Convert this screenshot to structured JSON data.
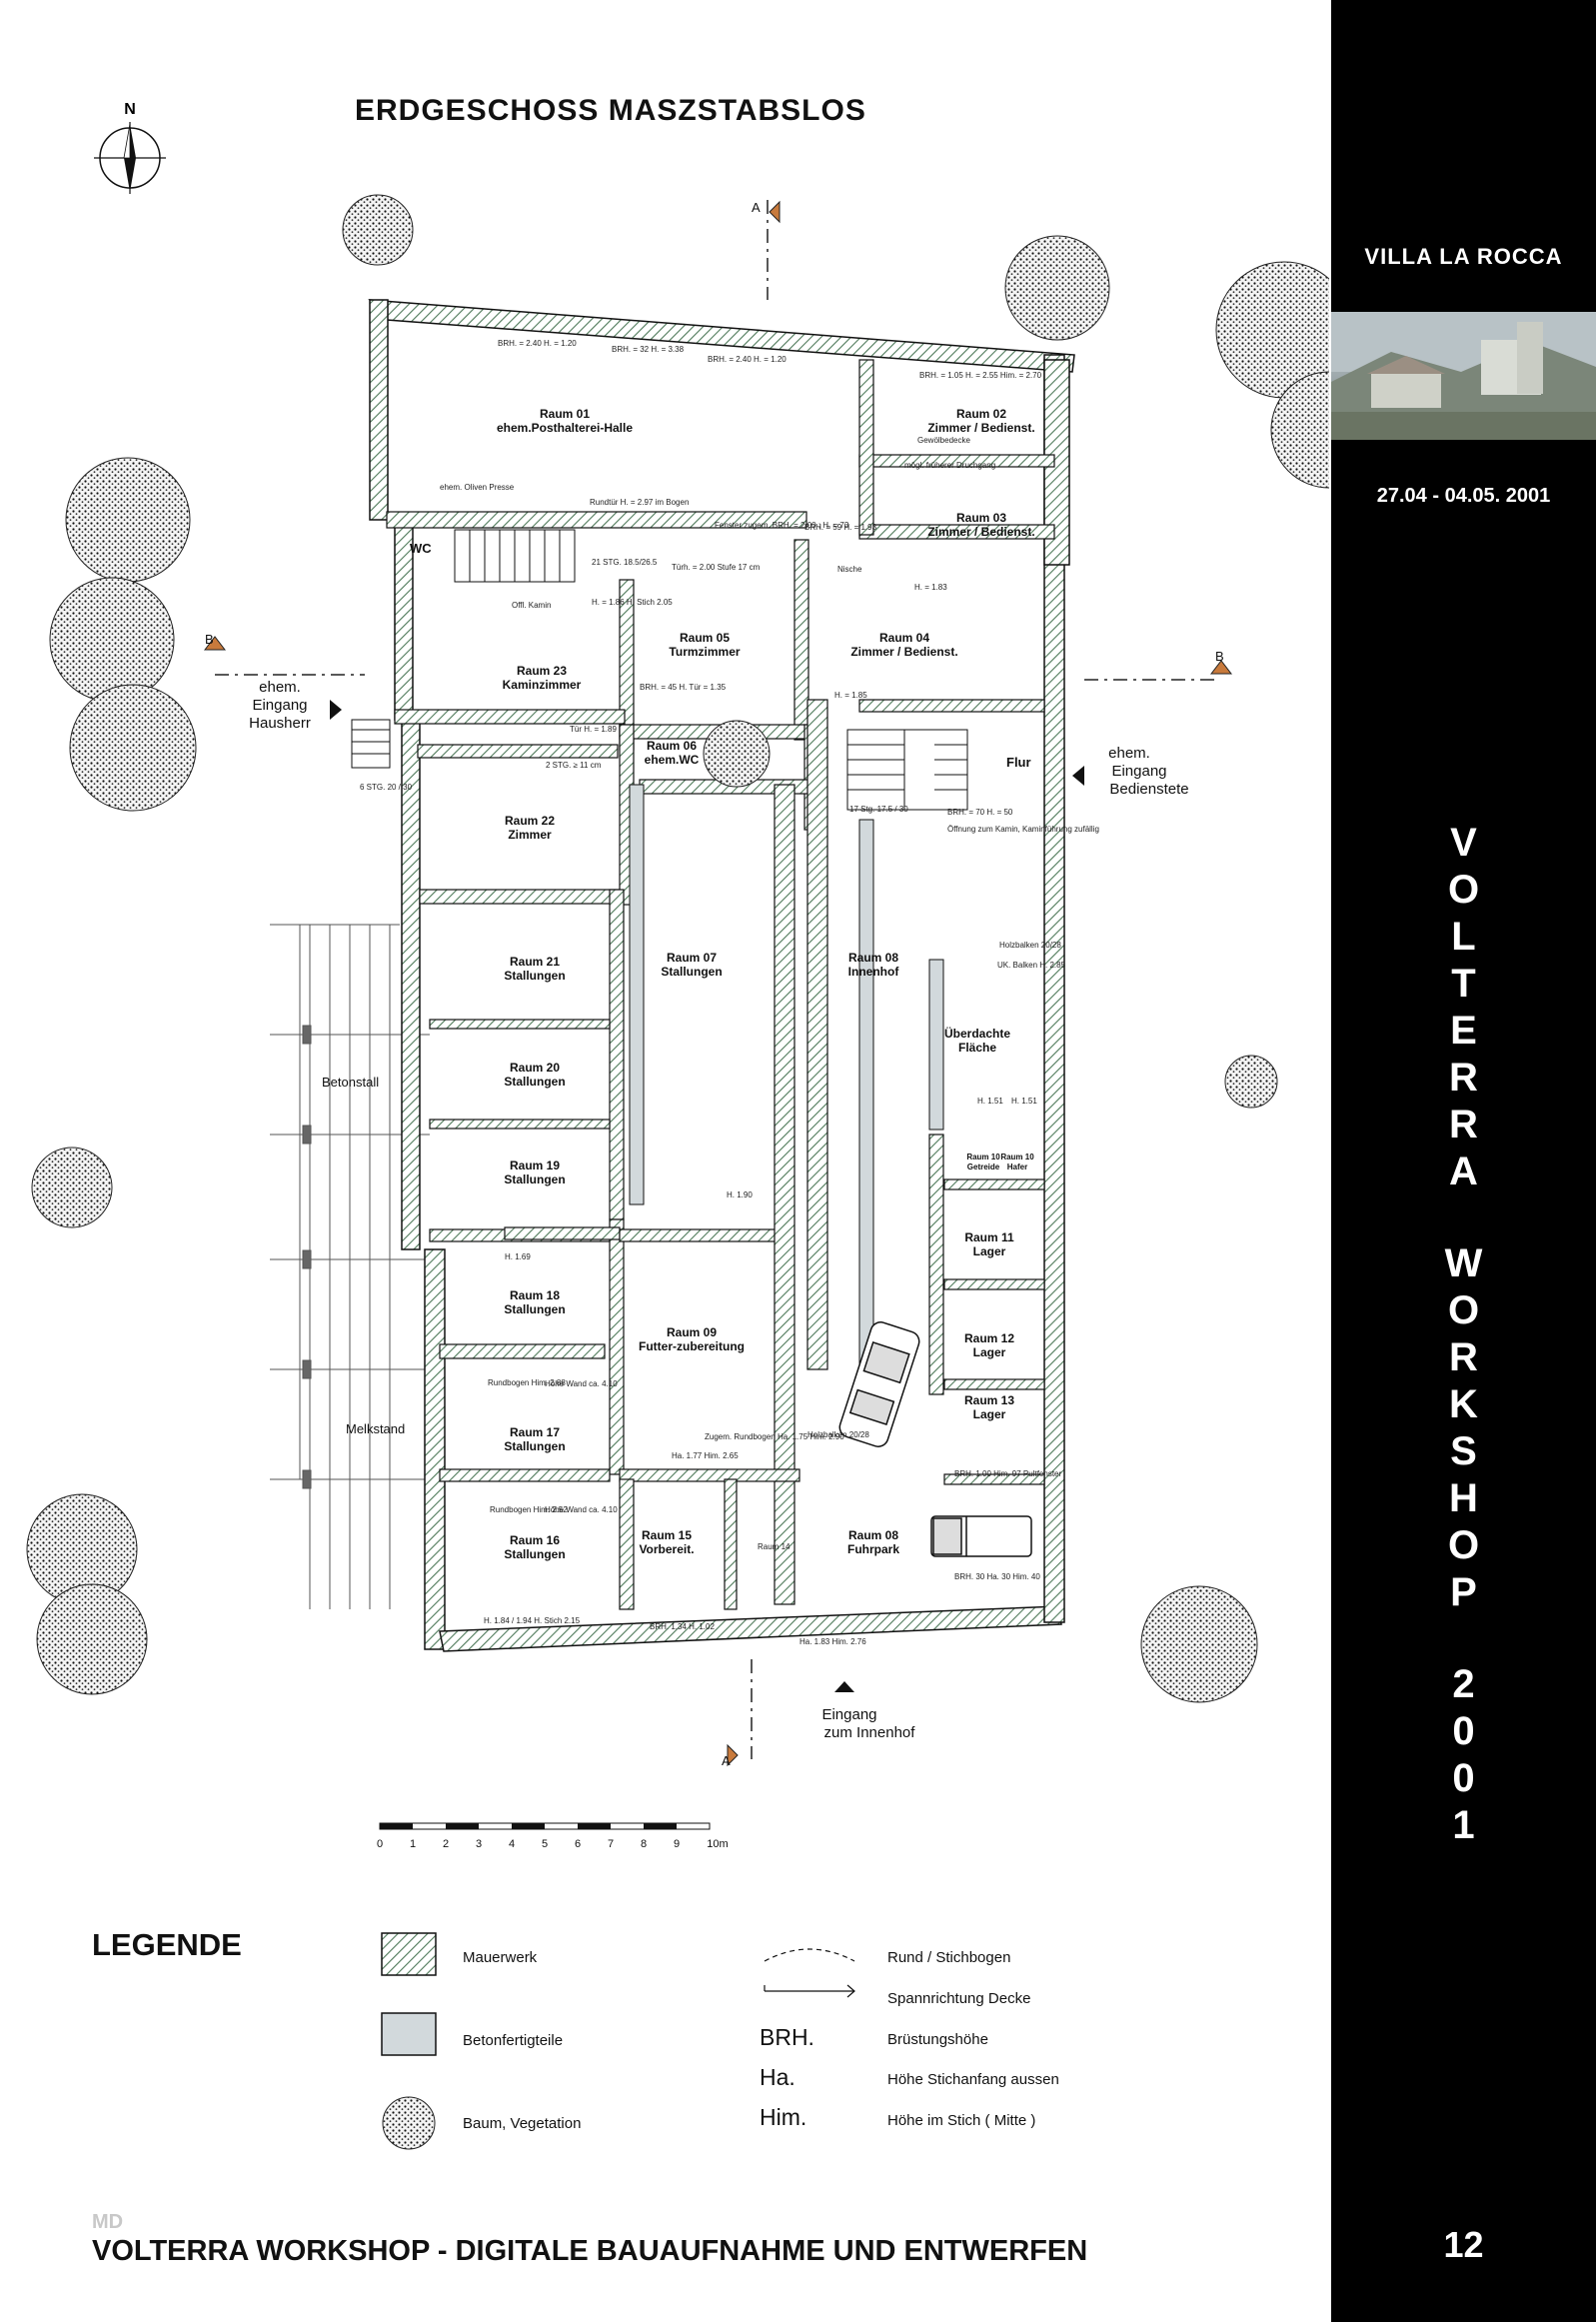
{
  "header": {
    "plan_title": "ERDGESCHOSS   MASZSTABSLOS",
    "north_label": "N"
  },
  "sidebar": {
    "title": "VILLA  LA  ROCCA",
    "dates": "27.04  -  04.05. 2001",
    "vertical_text": "VOLTERRA WORKSHOP 2001",
    "page_number": "12"
  },
  "footer": {
    "md": "MD",
    "text": "VOLTERRA WORKSHOP - DIGITALE BAUAUFNAHME UND ENTWERFEN"
  },
  "section_marks": {
    "a": "A",
    "b": "B"
  },
  "plan_labels": {
    "eingang_hausherr": [
      "ehem.",
      "Eingang",
      "Hausherr"
    ],
    "eingang_bedienstete": [
      "ehem.",
      "Eingang",
      "Bedienstete"
    ],
    "eingang_innenhof": [
      "Eingang",
      "zum Innenhof"
    ],
    "betonstall": "Betonstall",
    "melkstand": "Melkstand",
    "wc": "WC",
    "flur": "Flur"
  },
  "rooms": [
    {
      "id": "01",
      "num": "Raum 01",
      "name": "ehem.Posthalterei-Halle"
    },
    {
      "id": "02",
      "num": "Raum 02",
      "name": "Zimmer / Bedienst."
    },
    {
      "id": "03",
      "num": "Raum 03",
      "name": "Zimmer / Bedienst."
    },
    {
      "id": "04",
      "num": "Raum 04",
      "name": "Zimmer / Bedienst."
    },
    {
      "id": "05",
      "num": "Raum 05",
      "name": "Turmzimmer"
    },
    {
      "id": "06",
      "num": "Raum 06",
      "name": "ehem.WC"
    },
    {
      "id": "07",
      "num": "Raum 07",
      "name": "Stallungen"
    },
    {
      "id": "08a",
      "num": "Raum 08",
      "name": "Innenhof"
    },
    {
      "id": "08b",
      "num": "Raum 08",
      "name": "Fuhrpark"
    },
    {
      "id": "08c",
      "num": "Überdachte",
      "name": "Fläche"
    },
    {
      "id": "09",
      "num": "Raum 09",
      "name": "Futter-zubereitung"
    },
    {
      "id": "10a",
      "num": "Raum 10",
      "name": "Getreide"
    },
    {
      "id": "10b",
      "num": "Raum 10",
      "name": "Hafer"
    },
    {
      "id": "11",
      "num": "Raum 11",
      "name": "Lager"
    },
    {
      "id": "12",
      "num": "Raum 12",
      "name": "Lager"
    },
    {
      "id": "13",
      "num": "Raum 13",
      "name": "Lager"
    },
    {
      "id": "15",
      "num": "Raum 15",
      "name": "Vorbereit."
    },
    {
      "id": "16",
      "num": "Raum 16",
      "name": "Stallungen"
    },
    {
      "id": "17",
      "num": "Raum 17",
      "name": "Stallungen"
    },
    {
      "id": "18",
      "num": "Raum 18",
      "name": "Stallungen"
    },
    {
      "id": "19",
      "num": "Raum 19",
      "name": "Stallungen"
    },
    {
      "id": "20",
      "num": "Raum 20",
      "name": "Stallungen"
    },
    {
      "id": "21",
      "num": "Raum 21",
      "name": "Stallungen"
    },
    {
      "id": "22",
      "num": "Raum 22",
      "name": "Zimmer"
    },
    {
      "id": "23",
      "num": "Raum 23",
      "name": "Kaminzimmer"
    }
  ],
  "annotations": [
    "BRH. = 2.40  H. = 1.20",
    "BRH. = 32  H. = 3.38",
    "BRH. = 2.40  H. = 1.20",
    "BRH. = 1.05  H. = 2.55  Him. = 2.70",
    "Gewölbedecke",
    "mögl. früherer Druchgang",
    "ehem. Oliven Presse",
    "Rundtür  H. = 2.97 im Bogen",
    "Fenster zugem.  BRH. = 2.00 ; H. = 73",
    "BRH. = 59  H. = 1.93",
    "21 STG.  18.5/26.5",
    "Türh. = 2.00  Stufe 17 cm",
    "Offl. Kamin",
    "H. = 1.86  H. Stich  2.05",
    "Nische",
    "H. = 1.83",
    "H. = 1.85",
    "BRH. = 45  H. Tür = 1.35",
    "Tür  H. = 1.89",
    "2 STG.  ≥ 11 cm",
    "6 STG.  20 / 30",
    "17 Stg. 17.5 / 30",
    "BRH. = 70  H. = 50",
    "Öffnung zum Kamin, Kaminführung zufällig",
    "Holzbalken 20/28",
    "UK. Balken H. 2.85",
    "H. 1.51",
    "H. 1.51",
    "H. 1.90",
    "H. 1.69",
    "Rundbogen  Him. 2.88",
    "Höhe Wand  ca. 4.10",
    "Rundbogen  Him. 2.52",
    "Höhe Wand  ca. 4.10",
    "Zugem. Rundbogen  Ha. 1.75  Him. 2.90",
    "Ha. 1.77  Him. 2.65",
    "Holzbalken 20/28",
    "BRH. 1.00  Him. 97  Pultfenster",
    "BRH. 30  Ha. 30  Him. 40",
    "H. 1.84 / 1.94  H. Stich 2.15",
    "BRH. 1.34  H. 1.02",
    "Ha. 1.83  Him. 2.76",
    "Raum 14"
  ],
  "scale_bar": {
    "ticks": [
      "0",
      "1",
      "2",
      "3",
      "4",
      "5",
      "6",
      "7",
      "8",
      "9",
      "10m"
    ]
  },
  "legend": {
    "title": "LEGENDE",
    "items": [
      {
        "label": "Mauerwerk"
      },
      {
        "label": "Betonfertigteile"
      },
      {
        "label": "Baum, Vegetation"
      },
      {
        "label": "Rund / Stichbogen"
      },
      {
        "label": "Spannrichtung Decke"
      },
      {
        "abbr": "BRH.",
        "label": "Brüstungshöhe"
      },
      {
        "abbr": "Ha.",
        "label": "Höhe Stichanfang aussen"
      },
      {
        "abbr": "Him.",
        "label": "Höhe im Stich ( Mitte )"
      }
    ]
  },
  "colors": {
    "sidebar": "#000000",
    "wall_hatch": "#6f9a78",
    "concrete": "#d2d9dc",
    "tree": "#202020"
  }
}
